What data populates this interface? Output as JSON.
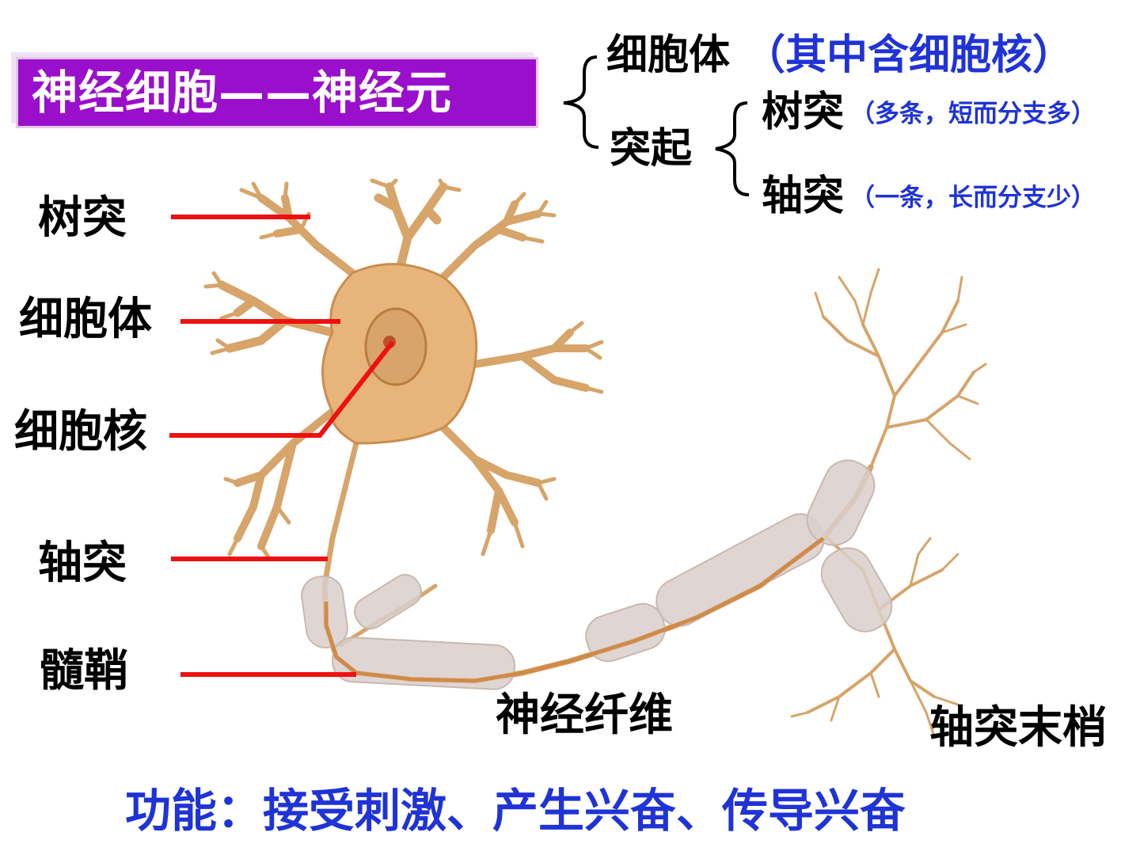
{
  "title": "神经细胞——神经元",
  "classification": {
    "cell_body": "细胞体",
    "cell_body_note": "（其中含细胞核）",
    "process": "突起",
    "dendrite": "树突",
    "dendrite_note": "（多条，短而分支多）",
    "axon": "轴突",
    "axon_note": "（一条，长而分支少）"
  },
  "labels": {
    "dendrite": "树突",
    "cell_body": "细胞体",
    "nucleus": "细胞核",
    "axon": "轴突",
    "myelin_sheath": "髓鞘",
    "nerve_fiber": "神经纤维",
    "axon_terminal": "轴突末梢"
  },
  "function_text": "功能：接受刺激、产生兴奋、传导兴奋",
  "colors": {
    "title_bg": "#9a0fcc",
    "leader_line": "#ee1111",
    "note_text": "#1f33d6",
    "neuron": "#d7a469",
    "myelin": "#d9cfcb"
  }
}
